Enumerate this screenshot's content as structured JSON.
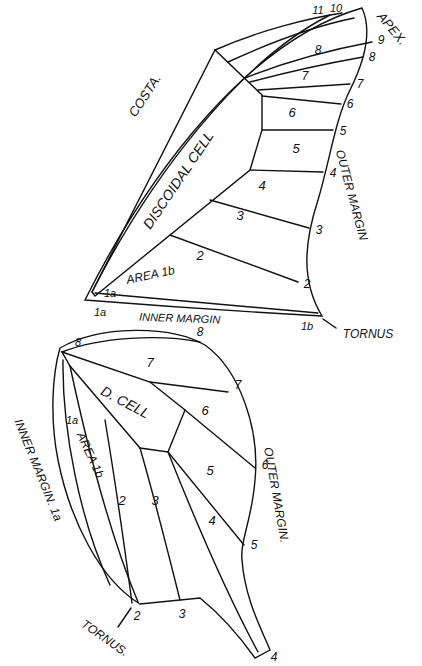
{
  "diagram": {
    "nodes": [
      {
        "text": [
          "DISCOIDAL CELL"
        ]
      },
      {
        "text": [
          "D. CELL"
        ]
      }
    ],
    "labels": [
      "APEX.",
      "COSTA.",
      "11",
      "10",
      "9",
      "8",
      "8",
      "7",
      "7",
      "6",
      "6",
      "5",
      "5",
      "4",
      "4",
      "3",
      "3",
      "2",
      "2",
      "AREA 1b",
      "1a",
      "1a",
      "INNER MARGIN",
      "1b",
      "TORNUS",
      "OUTER MARGIN",
      "8",
      "8",
      "7",
      "7",
      "6",
      "6",
      "5",
      "5",
      "4",
      "4",
      "3",
      "3",
      "2",
      "2",
      "AREA 1b",
      "1a",
      "INNER MARGIN. 1a",
      "TORNUS.",
      "OUTER MARGIN."
    ]
  }
}
